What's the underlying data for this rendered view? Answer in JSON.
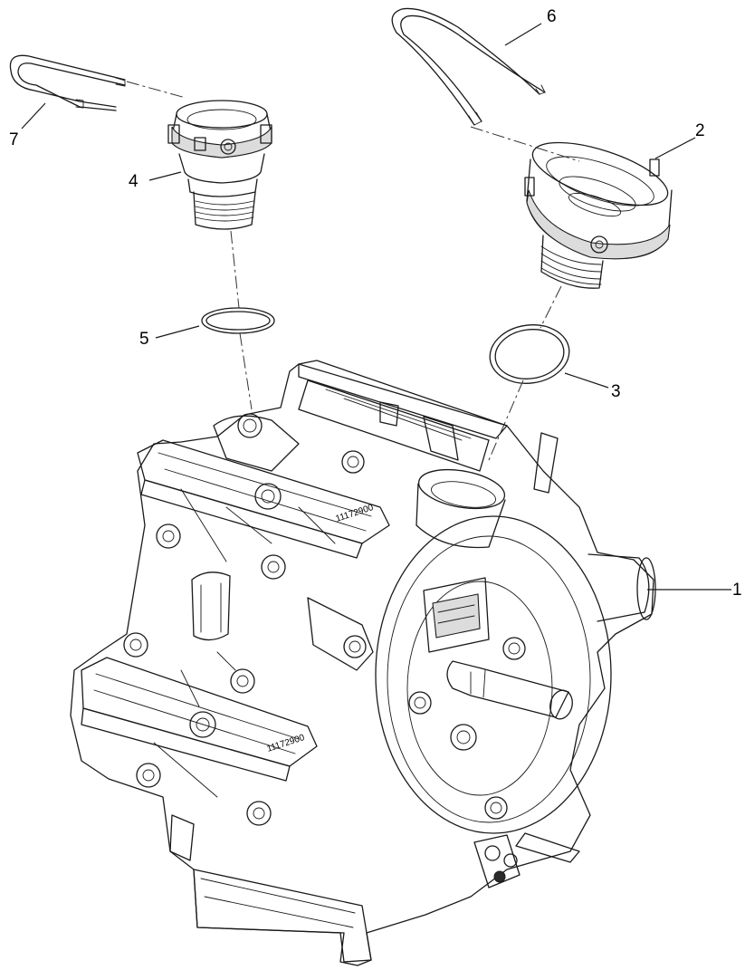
{
  "callouts": {
    "c1": "1",
    "c2": "2",
    "c3": "3",
    "c4": "4",
    "c5": "5",
    "c6": "6",
    "c7": "7"
  },
  "stamps": {
    "upper": "11172900",
    "lower": "11172900"
  }
}
